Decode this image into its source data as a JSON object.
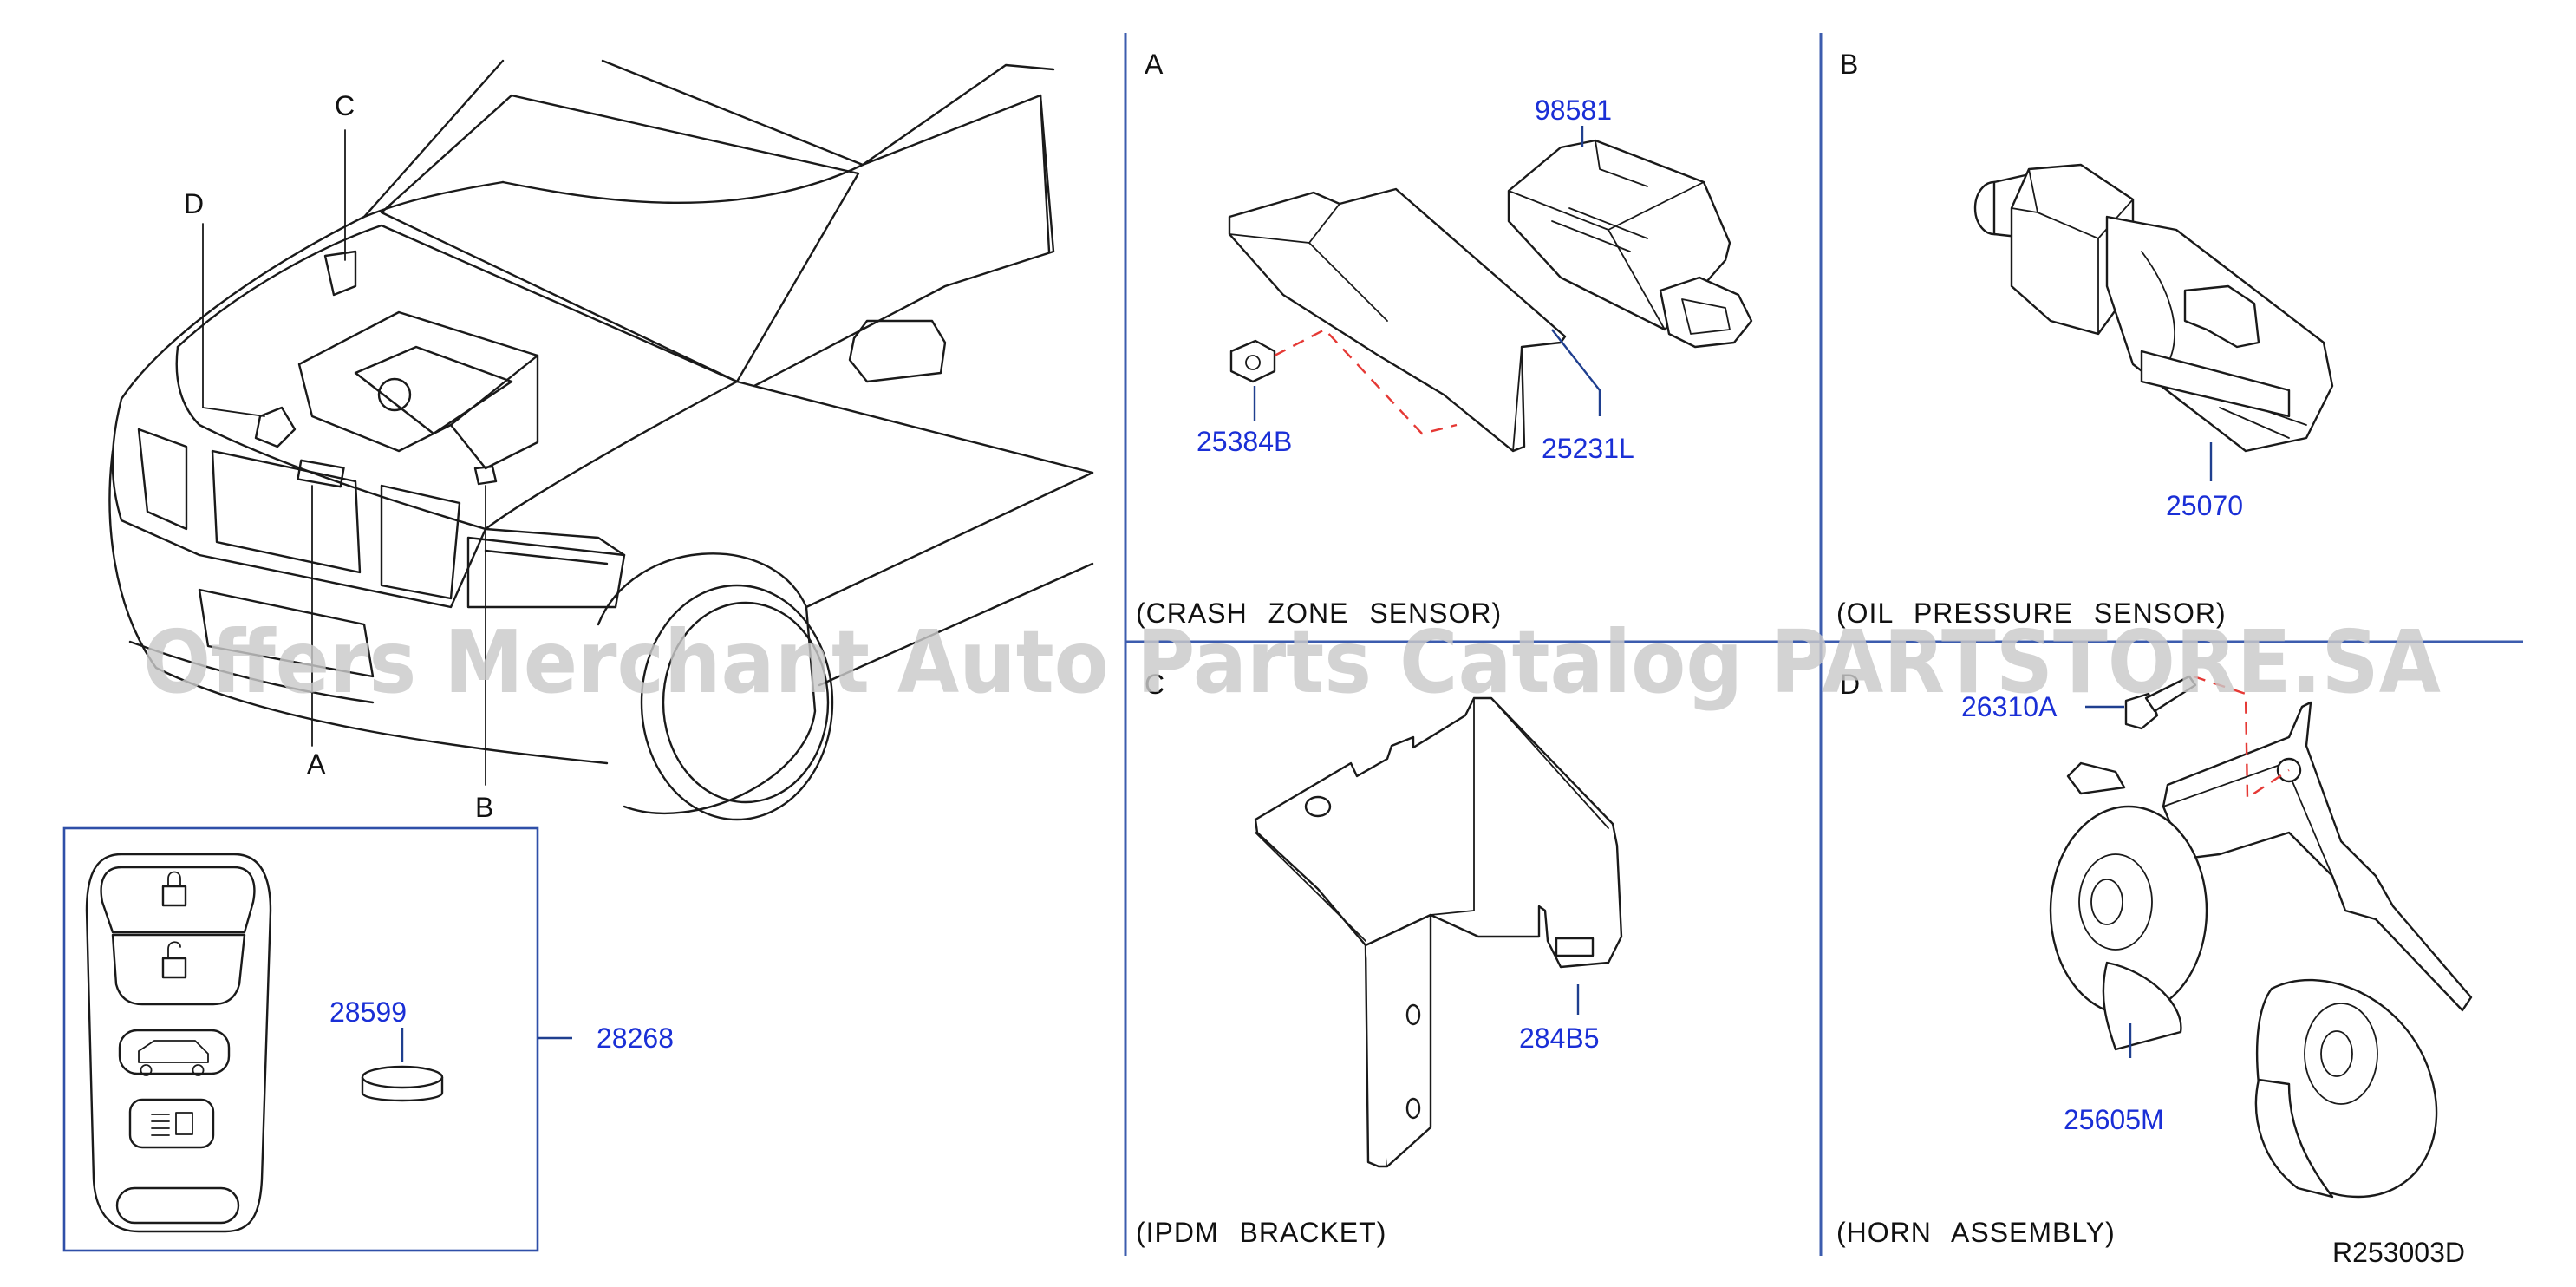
{
  "vehicle": {
    "locator_labels": [
      "A",
      "B",
      "C",
      "D"
    ]
  },
  "keyfob": {
    "battery_part": "28599",
    "fob_part": "28268",
    "button_icons": [
      "lock-icon",
      "unlock-icon",
      "hatch-icon",
      "panic-light-icon"
    ]
  },
  "panels": {
    "a": {
      "letter": "A",
      "caption": "(CRASH ZONE SENSOR)",
      "parts": [
        "98581",
        "25384B",
        "25231L"
      ]
    },
    "b": {
      "letter": "B",
      "caption": "(OIL PRESSURE SENSOR)",
      "parts": [
        "25070"
      ]
    },
    "c": {
      "letter": "C",
      "caption": "(IPDM BRACKET)",
      "parts": [
        "284B5"
      ]
    },
    "d": {
      "letter": "D",
      "caption": "(HORN ASSEMBLY)",
      "parts": [
        "26310A",
        "25605M"
      ]
    }
  },
  "diagram_id": "R253003D",
  "watermark": "Offers Merchant Auto Parts Catalog PARTSTORE.SA",
  "colors": {
    "part_number": "#1a2fd6",
    "leader": "#1f3f8f",
    "divider": "#3c5cae",
    "dashed_ref": "#e53935",
    "watermark": "#c9c9c9"
  }
}
